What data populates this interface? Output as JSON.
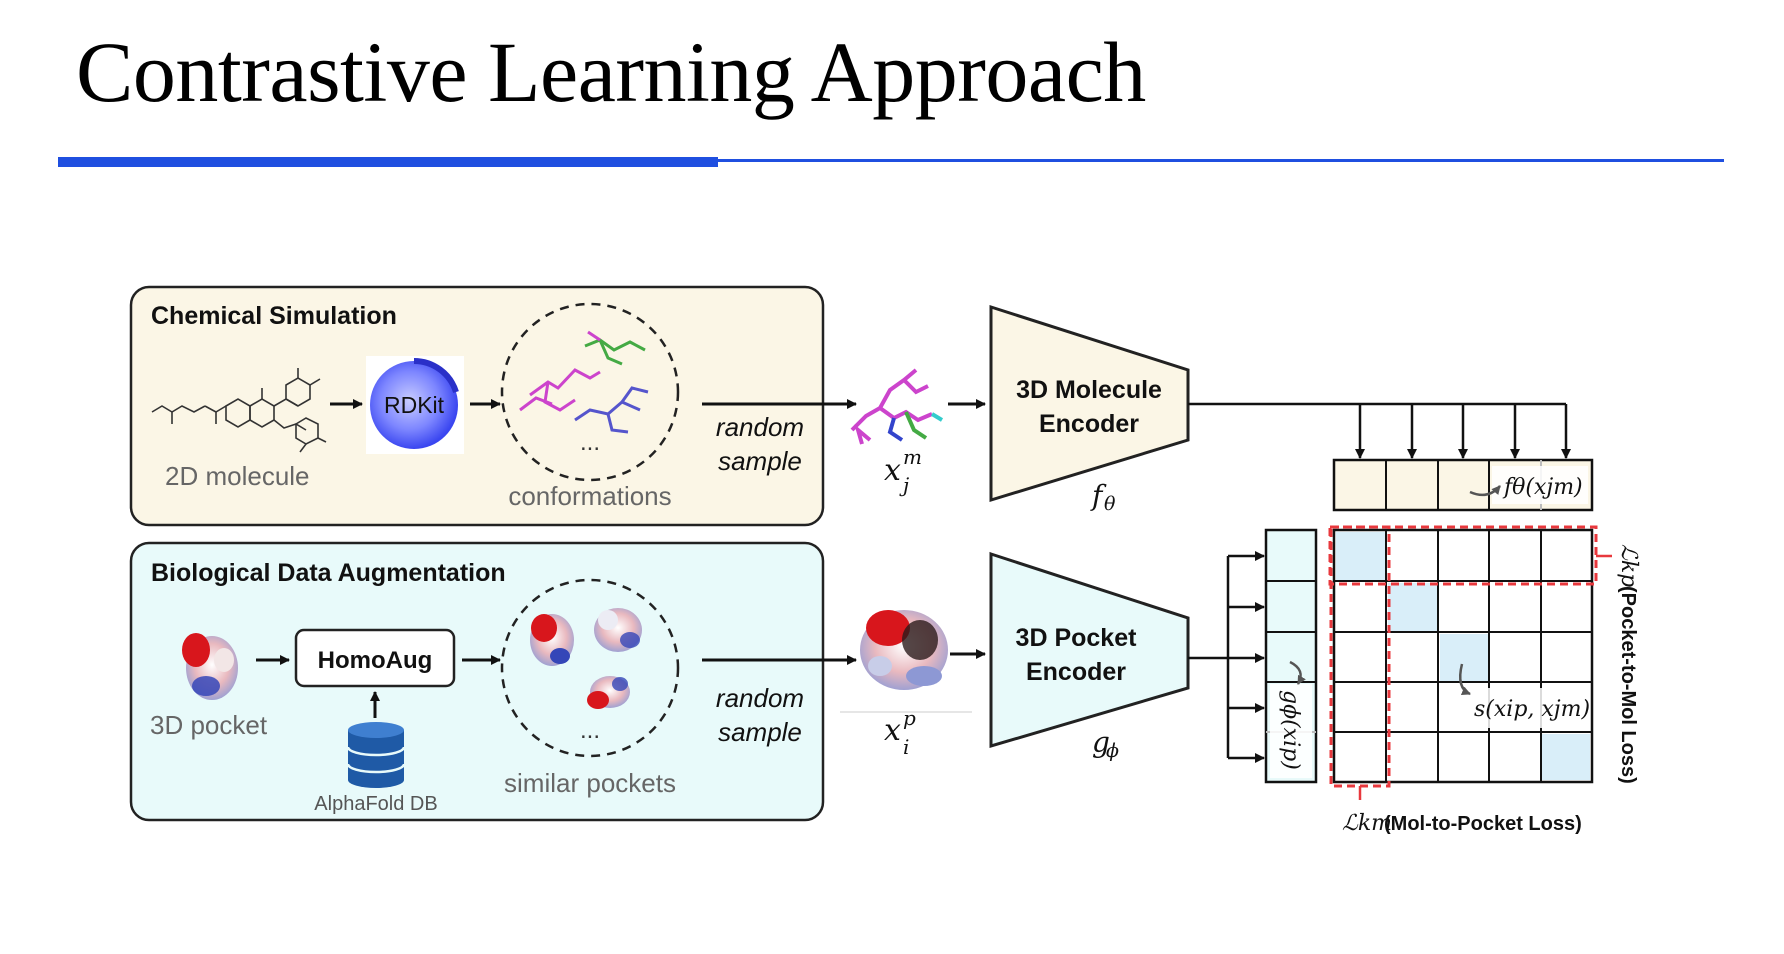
{
  "title": "Contrastive Learning Approach",
  "colors": {
    "accent_blue": "#1f4fe0",
    "sim_panel_bg": "#fbf6e6",
    "aug_panel_bg": "#e8fafa",
    "loss_red": "#e8383d",
    "diag_cell": "#d9eef9"
  },
  "chem_panel": {
    "heading": "Chemical Simulation",
    "mol2d_label": "2D molecule",
    "rdkit_label": "RDKit",
    "conformations_label": "conformations",
    "ellipsis": "...",
    "random_1": "random",
    "random_2": "sample"
  },
  "bio_panel": {
    "heading": "Biological Data Augmentation",
    "pocket_label": "3D pocket",
    "homoaug_label": "HomoAug",
    "db_label": "AlphaFold DB",
    "similar_label": "similar pockets",
    "ellipsis": "...",
    "random_1": "random",
    "random_2": "sample"
  },
  "mol_encoder": {
    "line1": "3D Molecule",
    "line2": "Encoder",
    "fn": "f",
    "fn_sub": "θ"
  },
  "pocket_encoder": {
    "line1": "3D Pocket",
    "line2": "Encoder",
    "fn": "g",
    "fn_sub": "ϕ"
  },
  "xm": {
    "base": "x",
    "sup": "m",
    "sub": "j"
  },
  "xp": {
    "base": "x",
    "sup": "p",
    "sub": "i"
  },
  "mol_feature": {
    "text": "fθ(xjm)"
  },
  "pocket_feature": {
    "text": "gϕ(xip)"
  },
  "sim_label": {
    "text": "s(xip, xjm)"
  },
  "loss_pocket": {
    "symbol": "ℒkp",
    "text": "(Pocket-to-Mol Loss)"
  },
  "loss_mol": {
    "symbol": "ℒkm",
    "text": "(Mol-to-Pocket Loss)"
  }
}
